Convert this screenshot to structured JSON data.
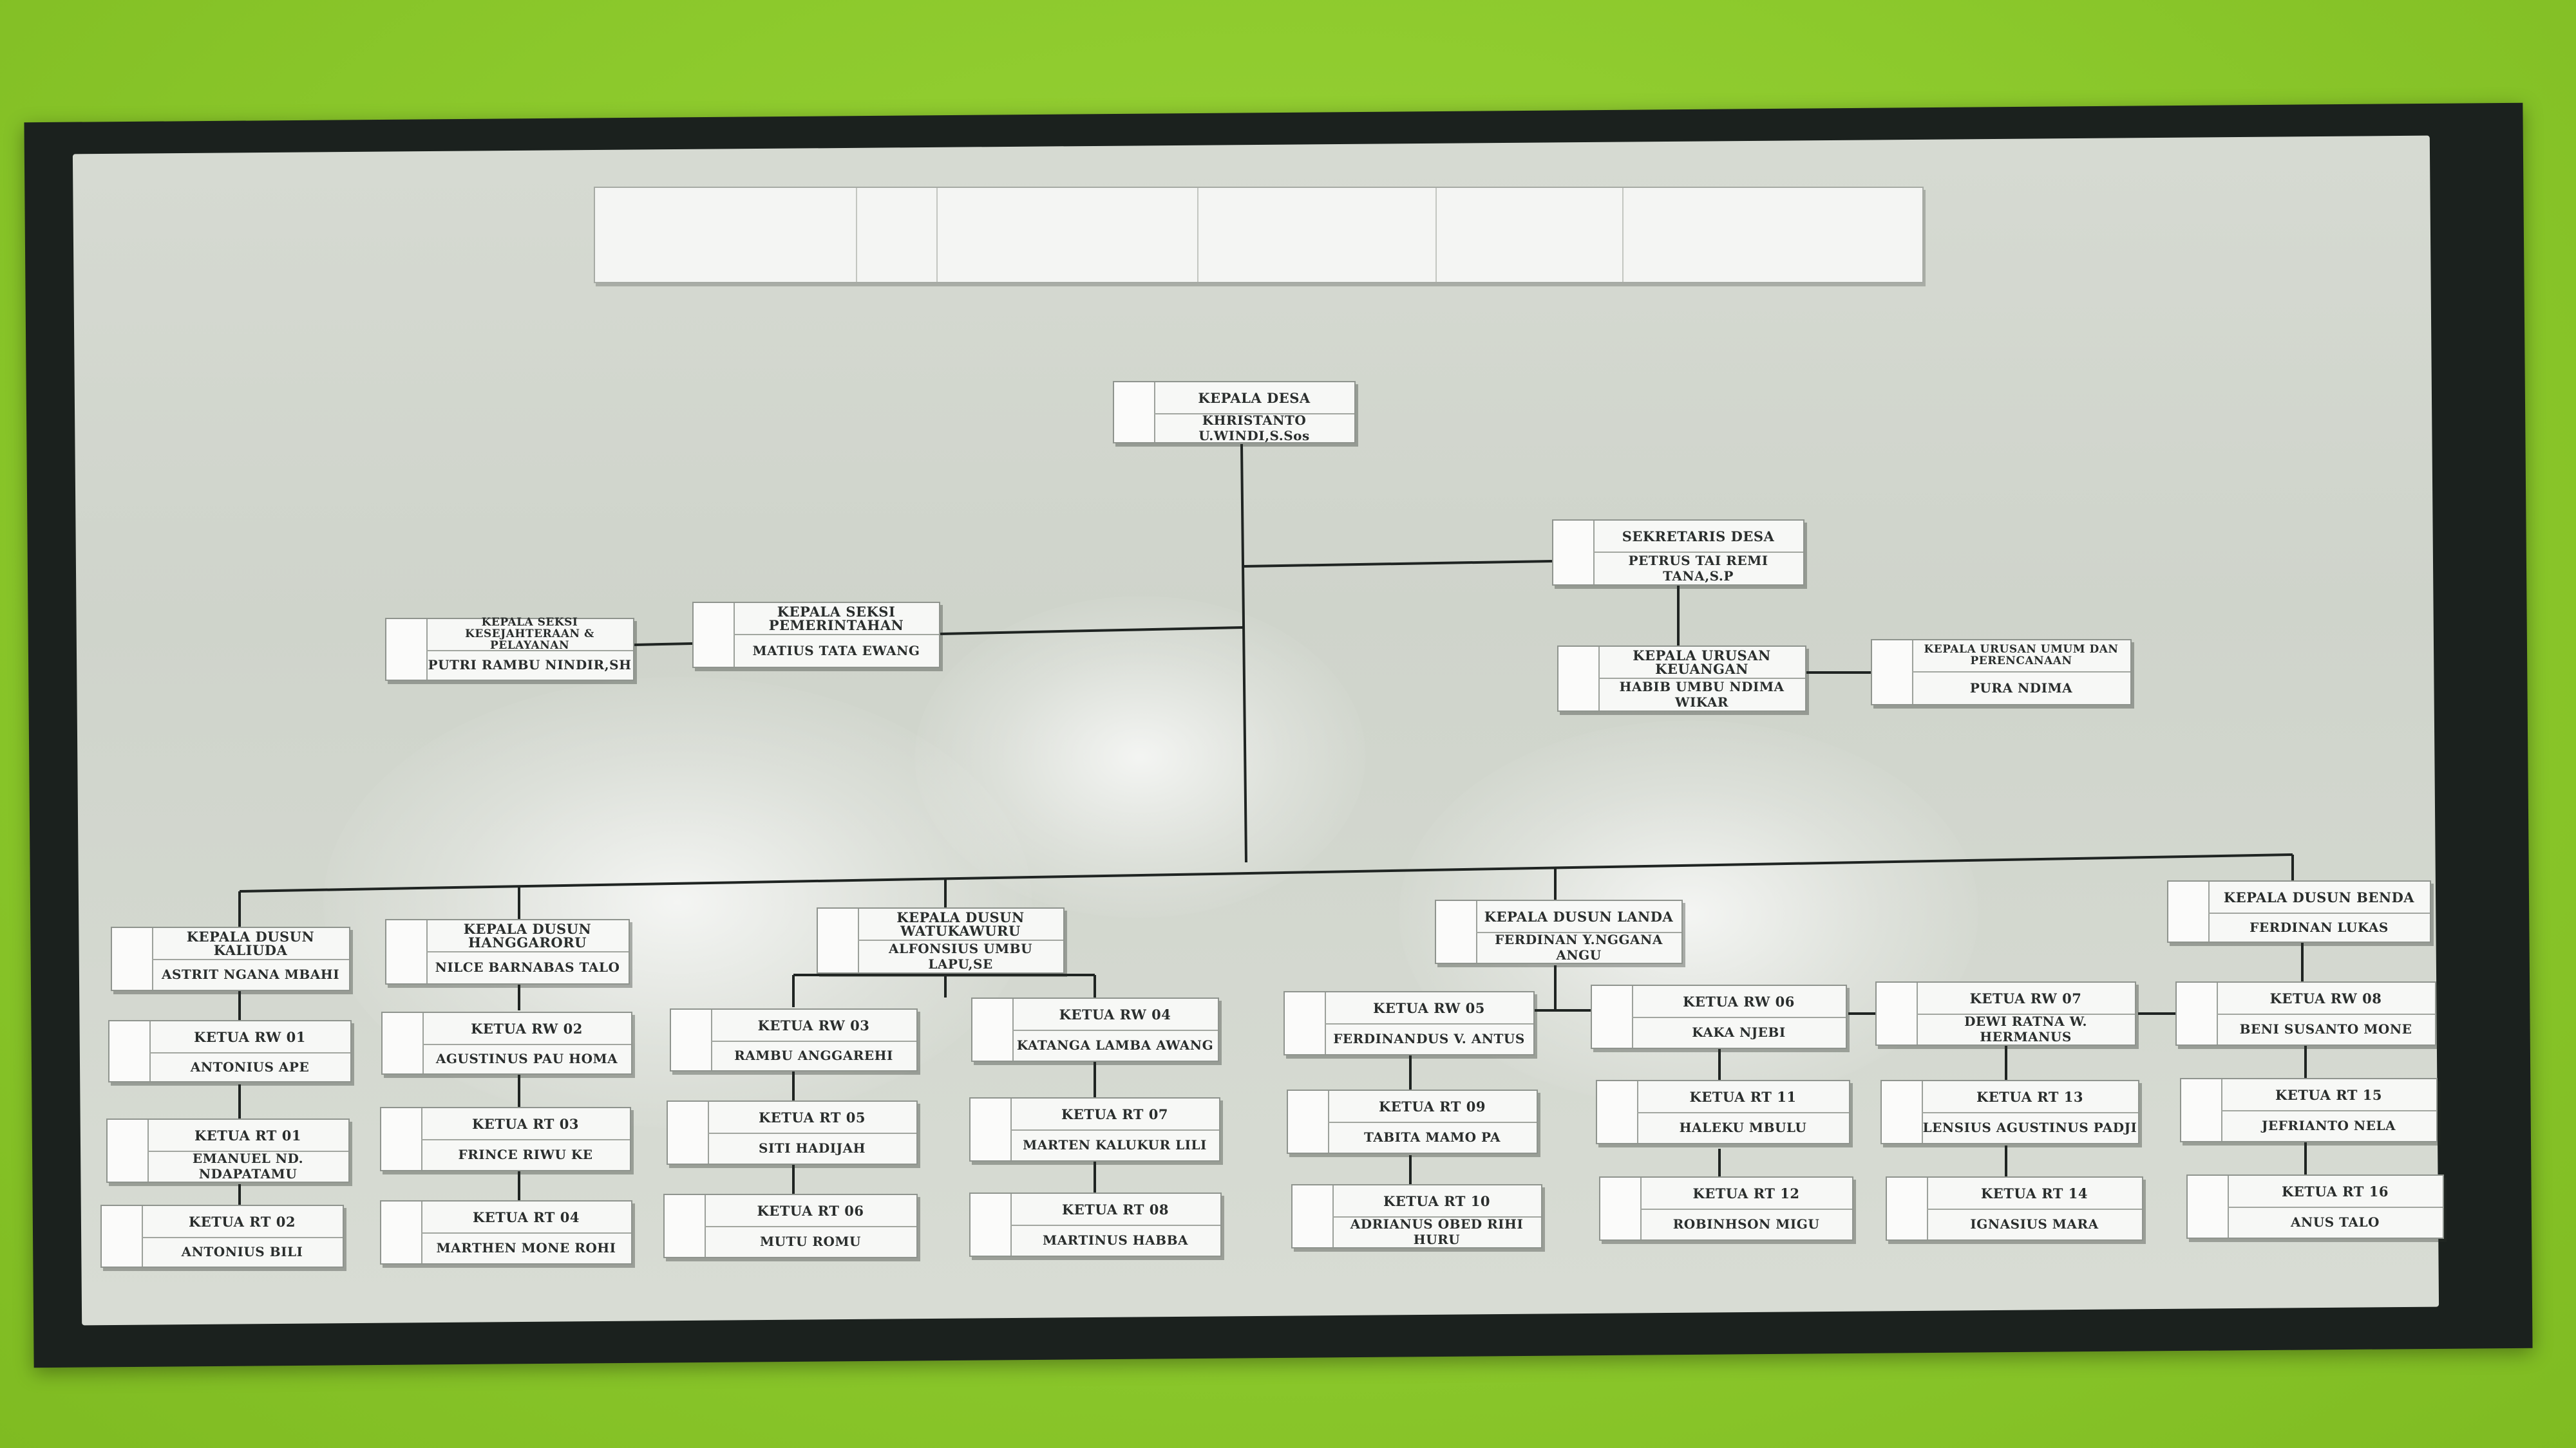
{
  "title_strip": {
    "segments": 5
  },
  "colors": {
    "wall": "#8cc92c",
    "frame": "#1b211e",
    "board": "#d3d7cf",
    "line": "#1f2422"
  },
  "cards": [
    {
      "id": "kepala-desa",
      "title": "KEPALA DESA",
      "name": "KHRISTANTO U.WINDI,S.Sos"
    },
    {
      "id": "sekretaris-desa",
      "title": "SEKRETARIS DESA",
      "name": "PETRUS TAI REMI TANA,S.P"
    },
    {
      "id": "kasi-kesejahteraan",
      "title": "KEPALA SEKSI KESEJAHTERAAN & PELAYANAN",
      "name": "PUTRI RAMBU NINDIR,SH"
    },
    {
      "id": "kasi-pemerintahan",
      "title": "KEPALA SEKSI PEMERINTAHAN",
      "name": "MATIUS TATA EWANG"
    },
    {
      "id": "kaur-keuangan",
      "title": "KEPALA URUSAN KEUANGAN",
      "name": "HABIB UMBU NDIMA WIKAR"
    },
    {
      "id": "kaur-umum",
      "title": "KEPALA URUSAN UMUM DAN PERENCANAAN",
      "name": "PURA NDIMA"
    },
    {
      "id": "kadus-kaliuda",
      "title": "KEPALA DUSUN KALIUDA",
      "name": "ASTRIT NGANA MBAHI"
    },
    {
      "id": "kadus-hanggaroru",
      "title": "KEPALA DUSUN HANGGARORU",
      "name": "NILCE BARNABAS TALO"
    },
    {
      "id": "kadus-watukawuru",
      "title": "KEPALA DUSUN WATUKAWURU",
      "name": "ALFONSIUS UMBU LAPU,SE"
    },
    {
      "id": "kadus-landa",
      "title": "KEPALA DUSUN LANDA",
      "name": "FERDINAN Y.NGGANA ANGU"
    },
    {
      "id": "kadus-benda",
      "title": "KEPALA DUSUN BENDA",
      "name": "FERDINAN LUKAS"
    },
    {
      "id": "rw01",
      "title": "KETUA RW 01",
      "name": "ANTONIUS APE"
    },
    {
      "id": "rt01",
      "title": "KETUA RT 01",
      "name": "EMANUEL ND. NDAPATAMU"
    },
    {
      "id": "rt02",
      "title": "KETUA RT 02",
      "name": "ANTONIUS BILI"
    },
    {
      "id": "rw02",
      "title": "KETUA RW 02",
      "name": "AGUSTINUS PAU HOMA"
    },
    {
      "id": "rt03",
      "title": "KETUA RT 03",
      "name": "FRINCE RIWU KE"
    },
    {
      "id": "rt04",
      "title": "KETUA RT 04",
      "name": "MARTHEN MONE ROHI"
    },
    {
      "id": "rw03",
      "title": "KETUA RW 03",
      "name": "RAMBU ANGGAREHI"
    },
    {
      "id": "rt05",
      "title": "KETUA RT 05",
      "name": "SITI HADIJAH"
    },
    {
      "id": "rt06",
      "title": "KETUA RT 06",
      "name": "MUTU ROMU"
    },
    {
      "id": "rw04",
      "title": "KETUA RW 04",
      "name": "KATANGA LAMBA AWANG"
    },
    {
      "id": "rt07",
      "title": "KETUA RT 07",
      "name": "MARTEN KALUKUR LILI"
    },
    {
      "id": "rt08",
      "title": "KETUA RT 08",
      "name": "MARTINUS HABBA"
    },
    {
      "id": "rw05",
      "title": "KETUA RW 05",
      "name": "FERDINANDUS V. ANTUS"
    },
    {
      "id": "rt09",
      "title": "KETUA RT 09",
      "name": "TABITA MAMO PA"
    },
    {
      "id": "rt10",
      "title": "KETUA RT 10",
      "name": "ADRIANUS OBED RIHI HURU"
    },
    {
      "id": "rw06",
      "title": "KETUA RW 06",
      "name": "KAKA NJEBI"
    },
    {
      "id": "rt11",
      "title": "KETUA RT 11",
      "name": "HALEKU MBULU"
    },
    {
      "id": "rt12",
      "title": "KETUA RT 12",
      "name": "ROBINHSON MIGU"
    },
    {
      "id": "rw07",
      "title": "KETUA RW 07",
      "name": "DEWI RATNA W. HERMANUS"
    },
    {
      "id": "rt13",
      "title": "KETUA RT 13",
      "name": "LENSIUS AGUSTINUS PADJI"
    },
    {
      "id": "rt14",
      "title": "KETUA RT 14",
      "name": "IGNASIUS MARA"
    },
    {
      "id": "rw08",
      "title": "KETUA RW 08",
      "name": "BENI SUSANTO MONE"
    },
    {
      "id": "rt15",
      "title": "KETUA RT 15",
      "name": "JEFRIANTO NELA"
    },
    {
      "id": "rt16",
      "title": "KETUA RT 16",
      "name": "ANUS TALO"
    }
  ]
}
